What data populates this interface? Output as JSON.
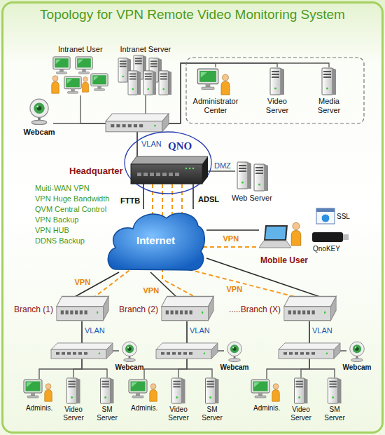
{
  "diagram": {
    "title": "Topology for VPN Remote Video Monitoring System",
    "nodes": [
      {
        "text": [
          "Intranet User"
        ]
      },
      {
        "text": [
          "Intranet Server"
        ]
      },
      {
        "text": [
          "Webcam"
        ]
      },
      {
        "text": [
          "Administrator Center"
        ]
      },
      {
        "text": [
          "Video Server"
        ]
      },
      {
        "text": [
          "Media Server"
        ]
      },
      {
        "text": [
          "QNO",
          "Headquarter"
        ]
      },
      {
        "text": [
          "Web Server"
        ]
      },
      {
        "text": [
          "Internet"
        ]
      },
      {
        "text": [
          "Mobile User"
        ]
      },
      {
        "text": [
          "Branch (1)"
        ]
      },
      {
        "text": [
          "Branch (2)"
        ]
      },
      {
        "text": [
          ".....Branch (X)"
        ]
      },
      {
        "text": [
          "Webcam"
        ]
      },
      {
        "text": [
          "Adminis."
        ]
      },
      {
        "text": [
          "Video Server"
        ]
      },
      {
        "text": [
          "SM Server"
        ]
      },
      {
        "text": [
          "Webcam"
        ]
      },
      {
        "text": [
          "Adminis."
        ]
      },
      {
        "text": [
          "Video Server"
        ]
      },
      {
        "text": [
          "SM Server"
        ]
      },
      {
        "text": [
          "Webcam"
        ]
      },
      {
        "text": [
          "Adminis."
        ]
      },
      {
        "text": [
          "Video Server"
        ]
      },
      {
        "text": [
          "SM Server"
        ]
      }
    ],
    "edges": [
      {
        "from": 6,
        "to": 0,
        "arrow": "none"
      },
      {
        "from": 6,
        "to": 1,
        "arrow": "none"
      },
      {
        "from": 6,
        "to": 2,
        "arrow": "none"
      },
      {
        "from": 6,
        "to": 3,
        "arrow": "none"
      },
      {
        "from": 6,
        "to": 4,
        "arrow": "none"
      },
      {
        "from": 6,
        "to": 5,
        "arrow": "none"
      },
      {
        "from": 6,
        "to": 7,
        "label": "DMZ",
        "arrow": "none"
      },
      {
        "from": 6,
        "to": 8,
        "label": "FTTB",
        "arrow": "none"
      },
      {
        "from": 6,
        "to": 8,
        "label": "ADSL",
        "arrow": "none"
      },
      {
        "from": 8,
        "to": 9,
        "arrow": "none"
      },
      {
        "from": 6,
        "to": 9,
        "label": "VPN",
        "arrow": "none"
      },
      {
        "from": 8,
        "to": 10,
        "arrow": "none"
      },
      {
        "from": 6,
        "to": 10,
        "label": "VPN",
        "arrow": "none"
      },
      {
        "from": 8,
        "to": 11,
        "arrow": "none"
      },
      {
        "from": 6,
        "to": 11,
        "label": "VPN",
        "arrow": "none"
      },
      {
        "from": 8,
        "to": 12,
        "arrow": "none"
      },
      {
        "from": 6,
        "to": 12,
        "label": "VPN",
        "arrow": "none"
      },
      {
        "from": 10,
        "to": 13,
        "arrow": "none"
      },
      {
        "from": 10,
        "to": 14,
        "arrow": "none"
      },
      {
        "from": 10,
        "to": 15,
        "arrow": "none"
      },
      {
        "from": 10,
        "to": 16,
        "arrow": "none"
      },
      {
        "from": 11,
        "to": 17,
        "arrow": "none"
      },
      {
        "from": 11,
        "to": 18,
        "arrow": "none"
      },
      {
        "from": 11,
        "to": 19,
        "arrow": "none"
      },
      {
        "from": 11,
        "to": 20,
        "arrow": "none"
      },
      {
        "from": 12,
        "to": 21,
        "arrow": "none"
      },
      {
        "from": 12,
        "to": 22,
        "arrow": "none"
      },
      {
        "from": 12,
        "to": 23,
        "arrow": "none"
      },
      {
        "from": 12,
        "to": 24,
        "arrow": "none"
      }
    ],
    "labels": [
      "VLAN",
      "Muiti-WAN VPN",
      "VPN Huge Bandwidth",
      "QVM Central Control",
      "VPN Backup",
      "VPN HUB",
      "DDNS Backup",
      "SSL",
      "QnoKEY",
      "VLAN",
      "VLAN",
      "VLAN"
    ]
  }
}
